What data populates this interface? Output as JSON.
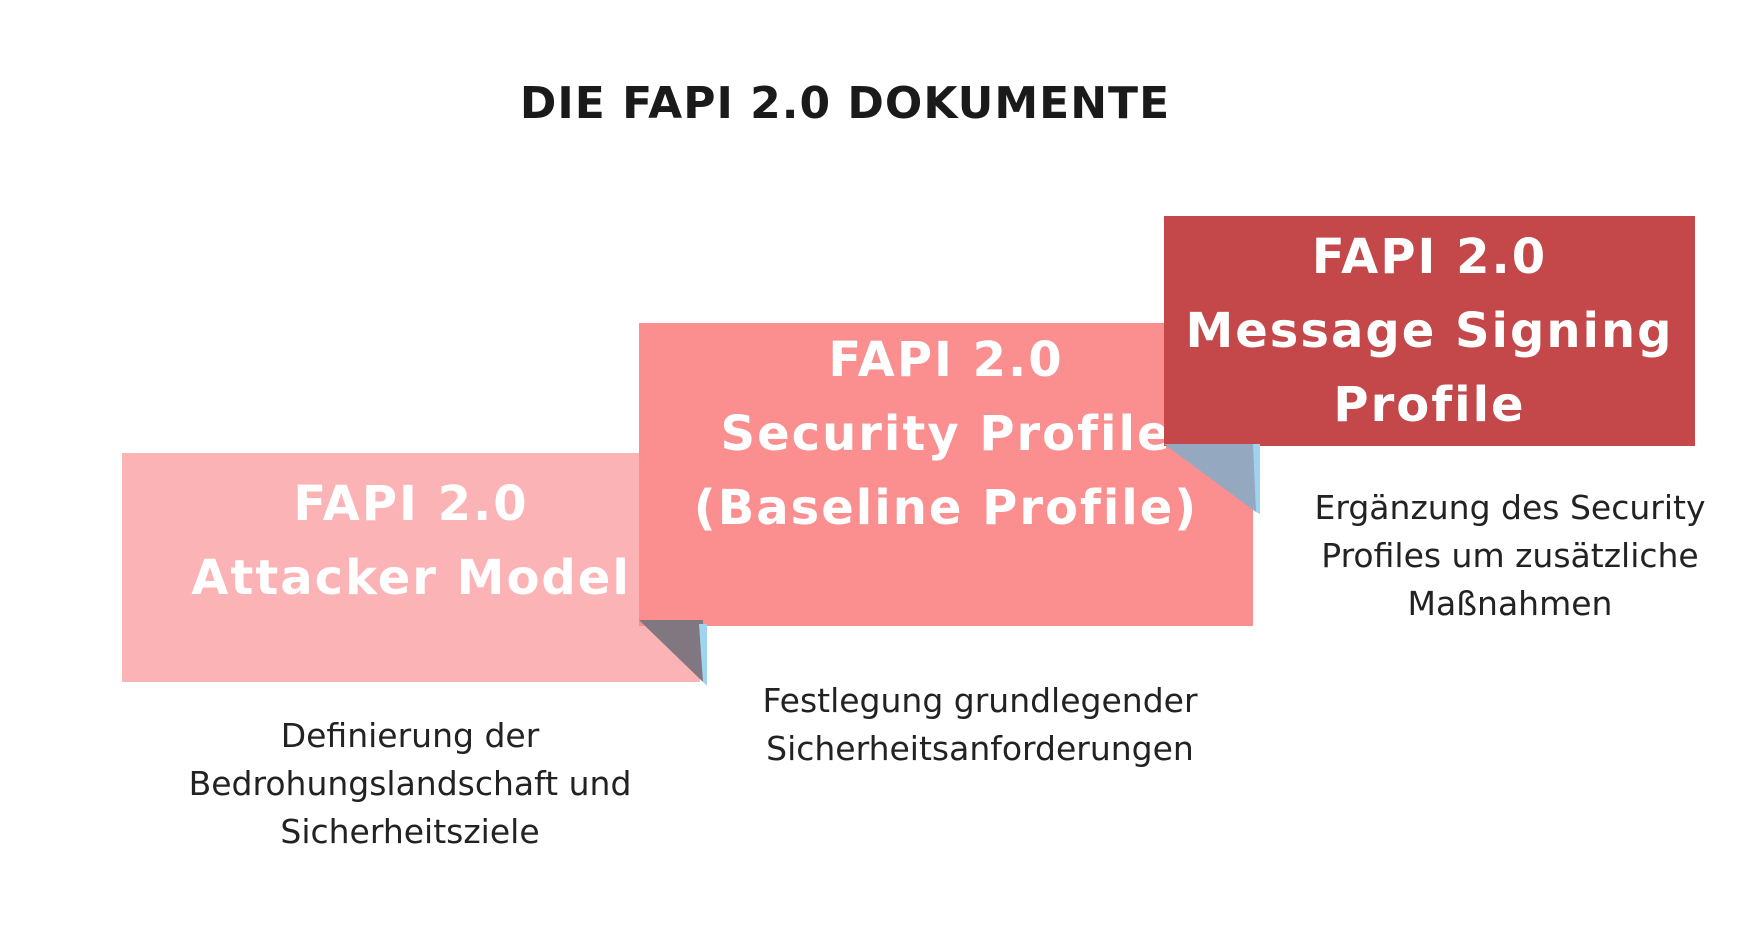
{
  "title": "DIE FAPI 2.0 DOKUMENTE",
  "steps": [
    {
      "lines": [
        "FAPI 2.0",
        "Attacker Model"
      ],
      "description": [
        "Definierung der",
        "Bedrohungslandschaft und",
        "Sicherheitsziele"
      ],
      "color": "#fcb3b5"
    },
    {
      "lines": [
        "FAPI 2.0",
        "Security Profile",
        "(Baseline Profile)"
      ],
      "description": [
        "Festlegung grundlegender",
        "Sicherheitsanforderungen"
      ],
      "color": "#fb8f8f"
    },
    {
      "lines": [
        "FAPI 2.0",
        "Message Signing",
        "Profile"
      ],
      "description": [
        "Ergänzung des Security",
        "Profiles um zusätzliche",
        "Maßnahmen"
      ],
      "color": "#c44749"
    }
  ],
  "colors": {
    "fold_dark": "#807780",
    "fold_light": "#94a9c0",
    "fold_edge": "#9fd3f0",
    "text_on_box": "#ffffff",
    "title_text": "#1a1a1a"
  }
}
